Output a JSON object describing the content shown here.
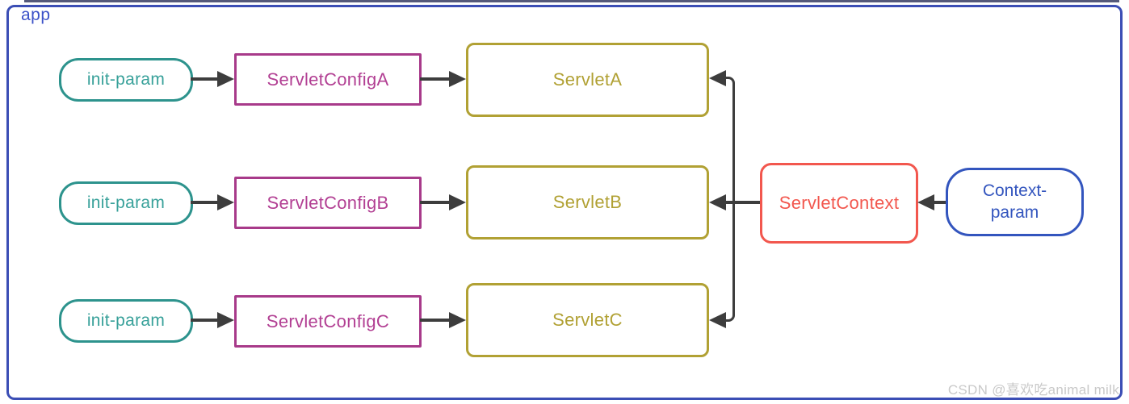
{
  "app": {
    "label": "app"
  },
  "rows": [
    {
      "init_param": "init-param",
      "config": "ServletConfigA",
      "servlet": "ServletA"
    },
    {
      "init_param": "init-param",
      "config": "ServletConfigB",
      "servlet": "ServletB"
    },
    {
      "init_param": "init-param",
      "config": "ServletConfigC",
      "servlet": "ServletC"
    }
  ],
  "servlet_context": {
    "label": "ServletContext"
  },
  "context_param": {
    "line1": "Context-",
    "line2": "param"
  },
  "watermark": {
    "text": "CSDN @喜欢吃animal milk"
  },
  "colors": {
    "outline": "#3B4EB5",
    "app_label": "#3C52C8",
    "stripe": "#363C63",
    "teal_border": "#2D938D",
    "teal_text": "#38A19A",
    "magenta_border": "#A83A8A",
    "magenta_text": "#B23F93",
    "olive": "#B1A134",
    "red": "#F2574E",
    "blue": "#3355BE",
    "arrow": "#3D3D3D",
    "watermark": "#C9C9C9"
  }
}
